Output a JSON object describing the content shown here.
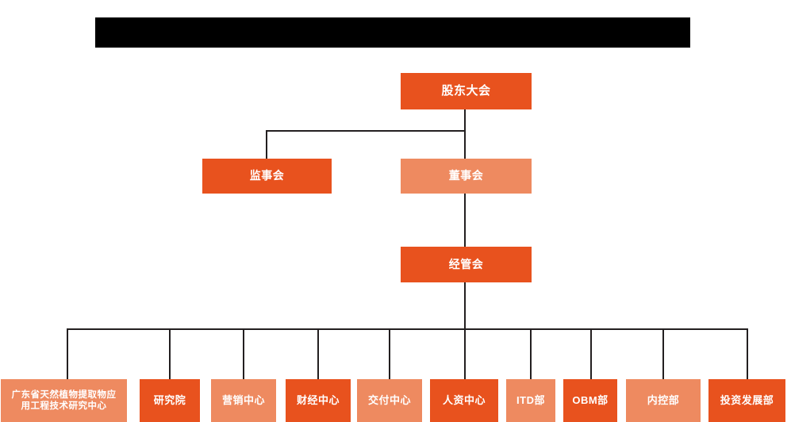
{
  "chart": {
    "title_bar": {
      "name": "redacted-title-bar",
      "content": "",
      "color": "#000000"
    },
    "colors": {
      "dark_orange": "#E8521E",
      "light_orange": "#EE8A60",
      "connector": "#231f20",
      "background": "#FFFFFF",
      "text": "#FFFFFF"
    },
    "levels": [
      {
        "level": 1,
        "nodes": [
          {
            "id": "shareholders-meeting",
            "label": "股东大会",
            "tone": "dark"
          }
        ]
      },
      {
        "level": 2,
        "nodes": [
          {
            "id": "supervisory-board",
            "label": "监事会",
            "tone": "dark"
          },
          {
            "id": "board-of-directors",
            "label": "董事会",
            "tone": "light"
          }
        ]
      },
      {
        "level": 3,
        "nodes": [
          {
            "id": "management-committee",
            "label": "经管会",
            "tone": "dark"
          }
        ]
      },
      {
        "level": 4,
        "nodes": [
          {
            "id": "guangdong-research-center",
            "label": "广东省天然植物提取物应用工程技术研究中心",
            "label_line1": "广东省天然植物提取物应",
            "label_line2": "用工程技术研究中心",
            "tone": "light"
          },
          {
            "id": "research-institute",
            "label": "研究院",
            "tone": "dark"
          },
          {
            "id": "marketing-center",
            "label": "营销中心",
            "tone": "light"
          },
          {
            "id": "finance-center",
            "label": "财经中心",
            "tone": "dark"
          },
          {
            "id": "delivery-center",
            "label": "交付中心",
            "tone": "light"
          },
          {
            "id": "hr-center",
            "label": "人资中心",
            "tone": "dark"
          },
          {
            "id": "itd-department",
            "label": "ITD部",
            "tone": "light"
          },
          {
            "id": "obm-department",
            "label": "OBM部",
            "tone": "dark"
          },
          {
            "id": "internal-control-department",
            "label": "内控部",
            "tone": "light"
          },
          {
            "id": "investment-development-department",
            "label": "投资发展部",
            "tone": "dark"
          }
        ]
      }
    ]
  }
}
